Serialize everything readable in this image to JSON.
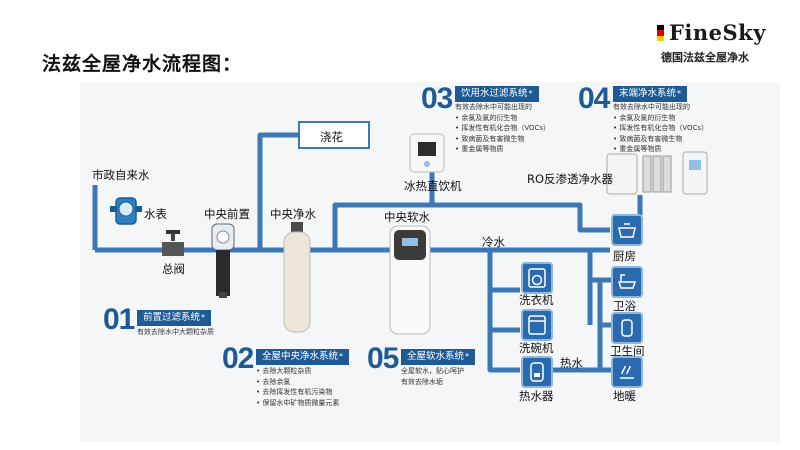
{
  "header": {
    "title": "法兹全屋净水流程图：",
    "brand_name": "FineSky",
    "brand_sub": "德国法兹全屋净水",
    "flag_colors": [
      "#000000",
      "#dd0000",
      "#ffce00"
    ]
  },
  "colors": {
    "pipe": "#3d78b6",
    "pipe_light": "#9bbfe2",
    "accent": "#1e5b96"
  },
  "labels": {
    "municipal_water": "市政自来水",
    "water_meter": "水表",
    "main_valve": "总阀",
    "pre_filter": "中央前置",
    "central_purifier": "中央净水",
    "central_softener": "中央软水",
    "watering": "浇花",
    "hot_cold_dispenser": "冰热直饮机",
    "ro_machine": "RO反渗透净水器",
    "cold_water": "冷水",
    "hot_water": "热水",
    "washing_machine": "洗衣机",
    "dishwasher": "洗碗机",
    "water_heater": "热水器",
    "kitchen": "厨房",
    "bathroom": "卫浴",
    "restroom": "卫生间",
    "floor_heating": "地暖"
  },
  "steps": [
    {
      "num": "01",
      "title": "前置过滤系统",
      "desc": [
        "有效去除水中大颗粒杂质"
      ]
    },
    {
      "num": "02",
      "title": "全屋中央净水系统",
      "desc": [
        "去除大颗粒杂质",
        "去除余氯",
        "去除挥发性有机污染物",
        "保留水中矿物质微量元素"
      ]
    },
    {
      "num": "03",
      "title": "饮用水过滤系统",
      "intro": "有效去除水中可能出现的",
      "desc": [
        "余氯及氯的衍生物",
        "挥发性有机化合物（VOCs）",
        "致病菌及有害微生物",
        "重金属等物质"
      ]
    },
    {
      "num": "04",
      "title": "末端净水系统",
      "intro": "有效去除水中可能出现的",
      "desc": [
        "余氯及氯的衍生物",
        "挥发性有机化合物（VOCs）",
        "致病菌及有害微生物",
        "重金属等物质"
      ]
    },
    {
      "num": "05",
      "title": "全屋软水系统",
      "desc": [
        "全屋软水，贴心呵护",
        "有效去除水垢"
      ]
    }
  ]
}
